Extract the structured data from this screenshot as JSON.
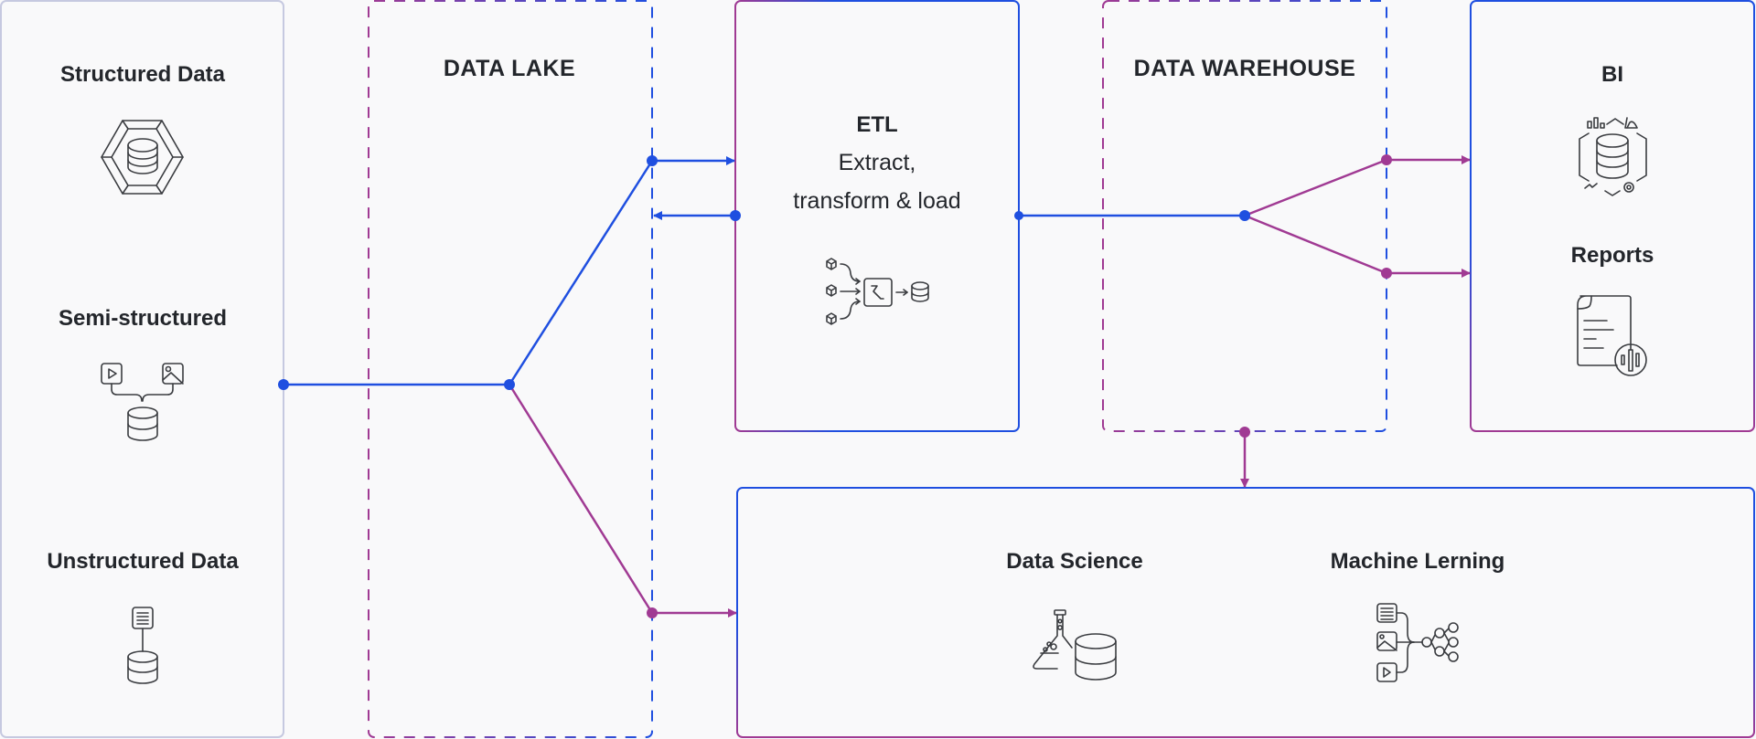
{
  "colors": {
    "blue": "#1f4fe0",
    "purple": "#a03a93",
    "source_border": "#c6c9e0",
    "background": "#f9f9fa",
    "text": "#23262b",
    "icon_stroke": "#3a3c40"
  },
  "sources": {
    "structured": {
      "label": "Structured Data",
      "icon": "hexagon-database-icon"
    },
    "semi": {
      "label": "Semi-structured",
      "icon": "media-to-database-icon"
    },
    "unstructured": {
      "label": "Unstructured Data",
      "icon": "document-to-database-icon"
    }
  },
  "data_lake": {
    "label": "DATA LAKE"
  },
  "etl": {
    "title": "ETL",
    "line1": "Extract,",
    "line2": "transform & load",
    "icon": "etl-pipeline-icon"
  },
  "data_warehouse": {
    "label": "DATA WAREHOUSE"
  },
  "bi_box": {
    "bi": {
      "label": "BI",
      "icon": "bi-database-analytics-icon"
    },
    "reports": {
      "label": "Reports",
      "icon": "report-document-chart-icon"
    }
  },
  "analytics_box": {
    "data_science": {
      "label": "Data Science",
      "icon": "flask-database-icon"
    },
    "machine_learning": {
      "label": "Machine Lerning",
      "icon": "neural-network-inputs-icon"
    }
  }
}
